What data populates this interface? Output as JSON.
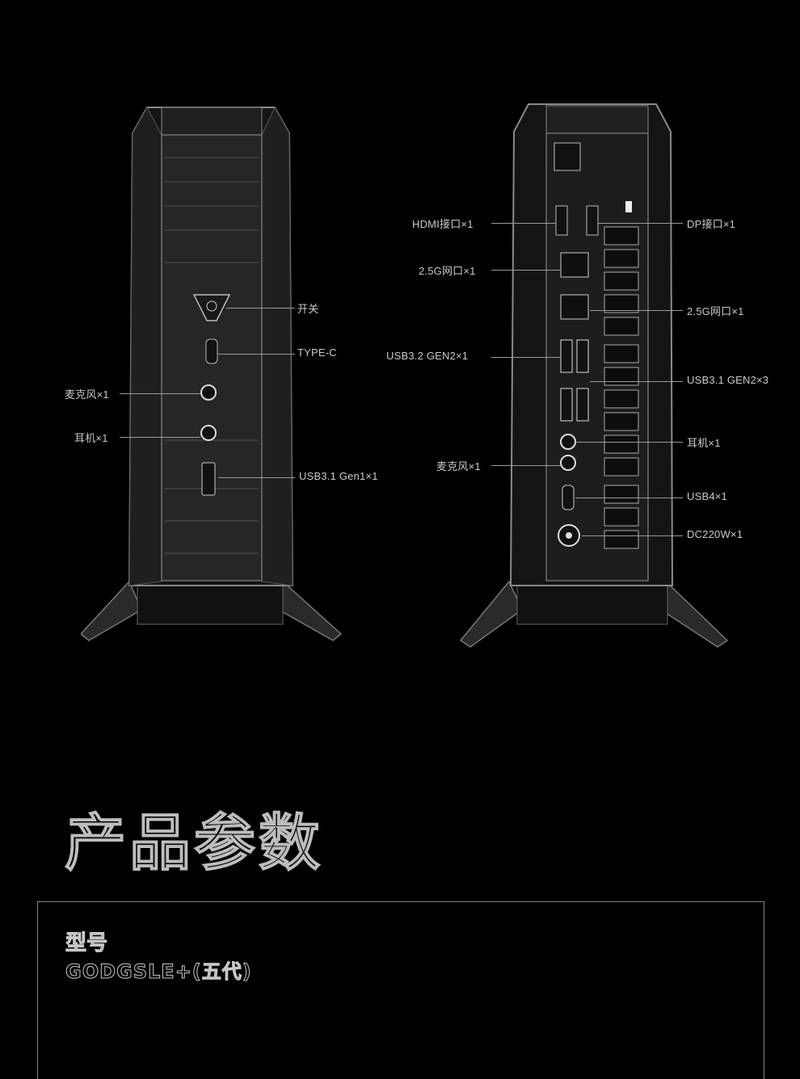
{
  "front_labels": {
    "power": "开关",
    "typec": "TYPE-C",
    "mic": "麦克风×1",
    "earphone": "耳机×1",
    "usb31": "USB3.1 Gen1×1"
  },
  "rear_labels": {
    "hdmi": "HDMI接口×1",
    "lan1": "2.5G网口×1",
    "usb32": "USB3.2 GEN2×1",
    "mic": "麦克风×1",
    "dp": "DP接口×1",
    "lan2": "2.5G网口×1",
    "usb31": "USB3.1 GEN2×3",
    "earphone": "耳机×1",
    "usb4": "USB4×1",
    "dc": "DC220W×1"
  },
  "section": {
    "title": "产品参数"
  },
  "specs": {
    "model_label": "型号",
    "model_value": "GODGSLE+(五代)"
  },
  "colors": {
    "background": "#000000",
    "text": "#c9c9c9",
    "device_body": "#1c1c1c"
  }
}
